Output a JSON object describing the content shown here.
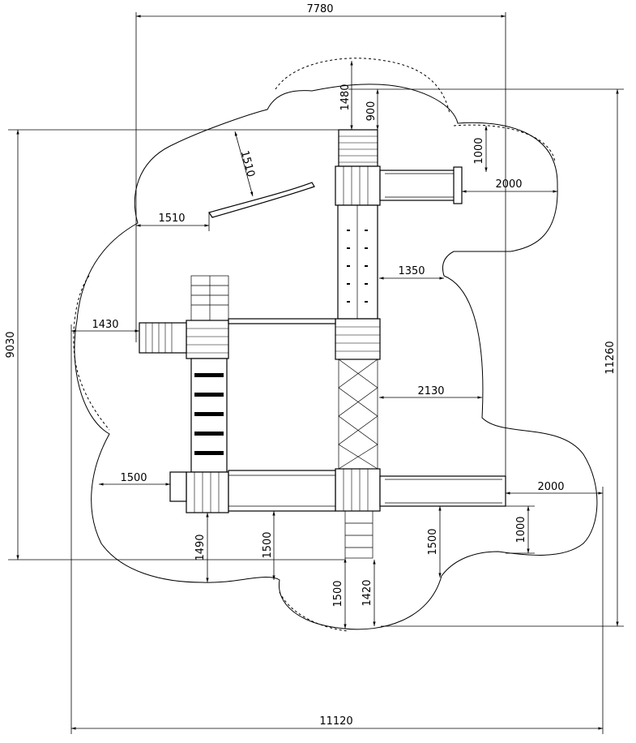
{
  "dimensions": {
    "top_width": "7780",
    "bottom_width": "11120",
    "left_height": "9030",
    "right_height": "11260",
    "top_clearance": "1480",
    "top_platform_offset": "900",
    "top_slide_offset": "1000",
    "right_slide_clearance_top": "2000",
    "ramp_offset": "1510",
    "ramp_clearance": "1510",
    "right_clearance_mid": "1350",
    "left_clearance": "1430",
    "right_clearance_lower": "2130",
    "left_clearance_lower": "1500",
    "right_slide_clearance_bottom": "2000",
    "bottom_slide_offset": "1000",
    "bottom_clearance_1": "1490",
    "bottom_clearance_2": "1500",
    "bottom_clearance_3": "1500",
    "bottom_clearance_4": "1500",
    "bottom_clearance_5": "1420"
  }
}
